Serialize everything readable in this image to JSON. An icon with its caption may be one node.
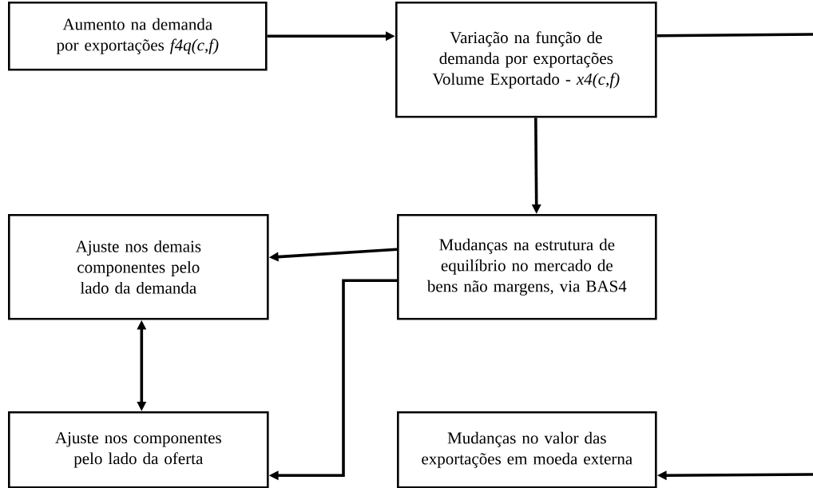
{
  "diagram": {
    "nodes": [
      {
        "text": [
          "Aumento na demanda por exportações *f4q(c,f)*"
        ]
      },
      {
        "text": [
          "Variação na função de demanda por exportações Volume Exportado - *x4(c,f)*"
        ]
      },
      {
        "text": [
          "Ajuste nos demais componentes pelo lado da demanda"
        ]
      },
      {
        "text": [
          "Mudanças na estrutura de equilíbrio no mercado de bens não margens, via BAS4"
        ]
      },
      {
        "text": [
          "Ajuste nos componentes pelo lado da oferta"
        ]
      },
      {
        "text": [
          "Mudanças no valor das exportações em moeda externa"
        ]
      }
    ],
    "edges": [
      {
        "from": 0,
        "to": 1,
        "arrow": "to"
      },
      {
        "from": 1,
        "to": 3,
        "arrow": "to"
      },
      {
        "from": 3,
        "to": 2,
        "arrow": "to"
      },
      {
        "from": 2,
        "to": 4,
        "arrow": "both"
      },
      {
        "from": 3,
        "to": 4,
        "arrow": "to"
      },
      {
        "from": 1,
        "to": null,
        "arrow": "none"
      },
      {
        "from": null,
        "to": 5,
        "arrow": "to"
      }
    ]
  }
}
